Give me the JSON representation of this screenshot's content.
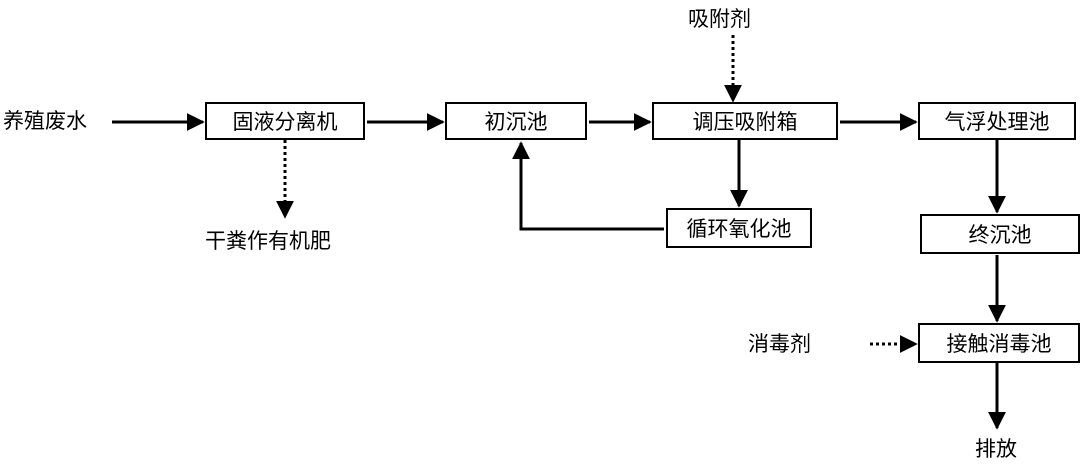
{
  "inputs": {
    "wastewater": "养殖废水",
    "adsorbent": "吸附剂",
    "disinfectant": "消毒剂"
  },
  "outputs": {
    "dry_manure": "干粪作有机肥",
    "discharge": "排放"
  },
  "boxes": {
    "solid_liquid_separator": "固液分离机",
    "primary_sedimentation": "初沉池",
    "regulating_adsorption_tank": "调压吸附箱",
    "air_flotation": "气浮处理池",
    "circulating_oxidation": "循环氧化池",
    "final_sedimentation": "终沉池",
    "contact_disinfection": "接触消毒池"
  },
  "colors": {
    "line": "#000000",
    "background": "#ffffff"
  }
}
